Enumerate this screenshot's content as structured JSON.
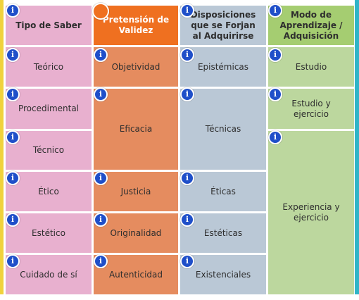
{
  "colors": {
    "pink": "#e8b0cf",
    "orange_header": "#ef7020",
    "orange": "#e58c5f",
    "blue": "#bac8d6",
    "green_header": "#a5cd71",
    "green": "#bcd79e",
    "info_icon": "#1f4fc9"
  },
  "info_icon": {
    "glyph": "i",
    "icon": "info-icon"
  },
  "headers": {
    "tipo": "Tipo de Saber",
    "pretension": "Pretensión de Validez",
    "disposiciones": "Disposiciones que se Forjan al Adquirirse",
    "modo": "Modo de Aprendizaje / Adquisición"
  },
  "tipo": [
    "Teórico",
    "Procedimental",
    "Técnico",
    "Ético",
    "Estético",
    "Cuidado de sí"
  ],
  "pretension": [
    "Objetividad",
    "Eficacia",
    "Justicia",
    "Originalidad",
    "Autenticidad"
  ],
  "disposiciones": [
    "Epistémicas",
    "Técnicas",
    "Éticas",
    "Estéticas",
    "Existenciales"
  ],
  "modo": [
    "Estudio",
    "Estudio y ejercicio",
    "Experiencia y ejercicio"
  ]
}
